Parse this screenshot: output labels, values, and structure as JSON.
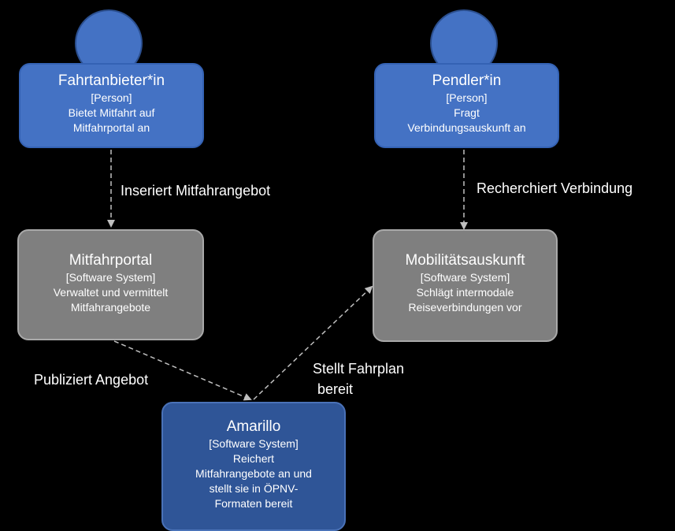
{
  "persons": [
    {
      "id": "fahrtanbieter",
      "title": "Fahrtanbieter*in",
      "type": "[Person]",
      "desc": [
        "Bietet Mitfahrt auf",
        "Mitfahrportal an"
      ]
    },
    {
      "id": "pendler",
      "title": "Pendler*in",
      "type": "[Person]",
      "desc": [
        "Fragt",
        "Verbindungsauskunft an"
      ]
    }
  ],
  "systems": [
    {
      "id": "mitfahrportal",
      "title": "Mitfahrportal",
      "type": "[Software System]",
      "desc": [
        "Verwaltet und vermittelt",
        "Mitfahrangebote"
      ]
    },
    {
      "id": "mobilitaetsauskunft",
      "title": "Mobilitätsauskunft",
      "type": "[Software System]",
      "desc": [
        "Schlägt intermodale",
        "Reiseverbindungen vor"
      ]
    },
    {
      "id": "amarillo",
      "title": "Amarillo",
      "type": "[Software System]",
      "desc": [
        "Reichert",
        "Mitfahrangebote an und",
        "stellt sie in ÖPNV-",
        "Formaten bereit"
      ]
    }
  ],
  "relations": [
    {
      "from": "Fahrtanbieter*in",
      "to": "Mitfahrportal",
      "label": "Inseriert Mitfahrangebot"
    },
    {
      "from": "Pendler*in",
      "to": "Mobilitätsauskunft",
      "label": "Recherchiert Verbindung"
    },
    {
      "from": "Mitfahrportal",
      "to": "Amarillo",
      "label": "Publiziert Angebot"
    },
    {
      "from": "Amarillo",
      "to": "Mobilitätsauskunft",
      "label": "Stellt Fahrplan",
      "label2": "bereit"
    }
  ],
  "colors": {
    "person": "#4472c4",
    "system": "#7f7f7f",
    "external": "#2f5597",
    "background": "#000000",
    "arrow": "#bfbfbf"
  }
}
